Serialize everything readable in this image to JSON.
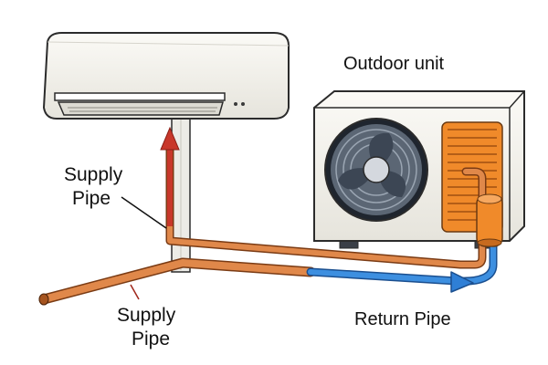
{
  "labels": {
    "outdoor_unit": "Outdoor unit",
    "supply_pipe_top_line1": "Supply",
    "supply_pipe_top_line2": "Pipe",
    "supply_pipe_bottom_line1": "Supply",
    "supply_pipe_bottom_line2": "Pipe",
    "return_pipe": "Return Pipe"
  },
  "colors": {
    "supply_pipe": "#d87a3a",
    "supply_arrow": "#c8372a",
    "return_pipe": "#2f7fd6",
    "unit_body": "#f2f1ec",
    "unit_outline": "#2b2b2b",
    "fan": "#3c4654",
    "coil": "#f08a2a",
    "background": "#ffffff"
  },
  "icons": {
    "indoor_unit": "wall-mounted-air-conditioner-icon",
    "outdoor_unit": "condenser-unit-icon",
    "fan": "fan-icon",
    "compressor": "compressor-icon"
  }
}
